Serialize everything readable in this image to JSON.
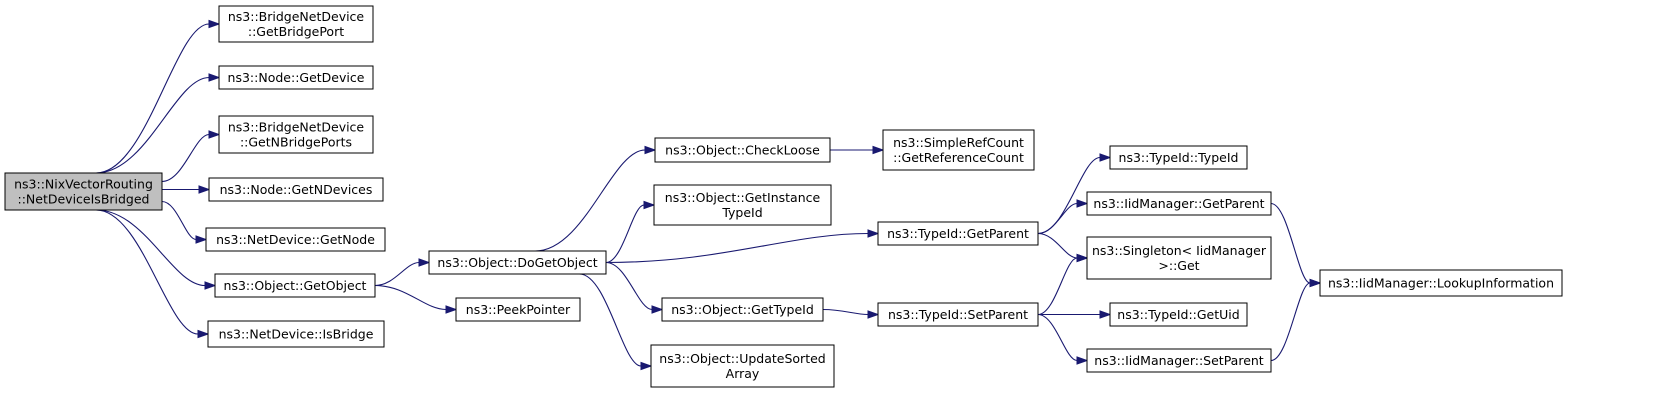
{
  "nodes": {
    "root": [
      "ns3::NixVectorRouting",
      "::NetDeviceIsBridged"
    ],
    "getBridgePort": [
      "ns3::BridgeNetDevice",
      "::GetBridgePort"
    ],
    "nodeGetDevice": [
      "ns3::Node::GetDevice"
    ],
    "getNBridgePorts": [
      "ns3::BridgeNetDevice",
      "::GetNBridgePorts"
    ],
    "getNDevices": [
      "ns3::Node::GetNDevices"
    ],
    "getNode": [
      "ns3::NetDevice::GetNode"
    ],
    "getObject": [
      "ns3::Object::GetObject"
    ],
    "isBridge": [
      "ns3::NetDevice::IsBridge"
    ],
    "doGetObject": [
      "ns3::Object::DoGetObject"
    ],
    "peekPointer": [
      "ns3::PeekPointer"
    ],
    "checkLoose": [
      "ns3::Object::CheckLoose"
    ],
    "getInstanceTypeId": [
      "ns3::Object::GetInstance",
      "TypeId"
    ],
    "objGetTypeId": [
      "ns3::Object::GetTypeId"
    ],
    "updateSortedArray": [
      "ns3::Object::UpdateSorted",
      "Array"
    ],
    "getReferenceCount": [
      "ns3::SimpleRefCount",
      "::GetReferenceCount"
    ],
    "typeIdGetParent": [
      "ns3::TypeId::GetParent"
    ],
    "typeIdSetParent": [
      "ns3::TypeId::SetParent"
    ],
    "typeIdTypeId": [
      "ns3::TypeId::TypeId"
    ],
    "iidGetParent": [
      "ns3::IidManager::GetParent"
    ],
    "singletonGet": [
      "ns3::Singleton< IidManager",
      ">::Get"
    ],
    "typeIdGetUid": [
      "ns3::TypeId::GetUid"
    ],
    "iidSetParent": [
      "ns3::IidManager::SetParent"
    ],
    "lookupInformation": [
      "ns3::IidManager::LookupInformation"
    ]
  },
  "edges": [
    [
      "root",
      "getBridgePort"
    ],
    [
      "root",
      "nodeGetDevice"
    ],
    [
      "root",
      "getNBridgePorts"
    ],
    [
      "root",
      "getNDevices"
    ],
    [
      "root",
      "getNode"
    ],
    [
      "root",
      "getObject"
    ],
    [
      "root",
      "isBridge"
    ],
    [
      "getObject",
      "doGetObject"
    ],
    [
      "getObject",
      "peekPointer"
    ],
    [
      "doGetObject",
      "checkLoose"
    ],
    [
      "doGetObject",
      "getInstanceTypeId"
    ],
    [
      "doGetObject",
      "typeIdGetParent"
    ],
    [
      "doGetObject",
      "objGetTypeId"
    ],
    [
      "doGetObject",
      "updateSortedArray"
    ],
    [
      "checkLoose",
      "getReferenceCount"
    ],
    [
      "objGetTypeId",
      "typeIdSetParent"
    ],
    [
      "typeIdGetParent",
      "typeIdTypeId"
    ],
    [
      "typeIdGetParent",
      "iidGetParent"
    ],
    [
      "typeIdGetParent",
      "singletonGet"
    ],
    [
      "typeIdSetParent",
      "singletonGet"
    ],
    [
      "typeIdSetParent",
      "typeIdGetUid"
    ],
    [
      "typeIdSetParent",
      "iidSetParent"
    ],
    [
      "iidGetParent",
      "lookupInformation"
    ],
    [
      "iidSetParent",
      "lookupInformation"
    ]
  ],
  "colors": {
    "edge": "#191970",
    "root_fill": "#bfbfbf",
    "node_fill": "#ffffff",
    "node_stroke": "#000000"
  }
}
